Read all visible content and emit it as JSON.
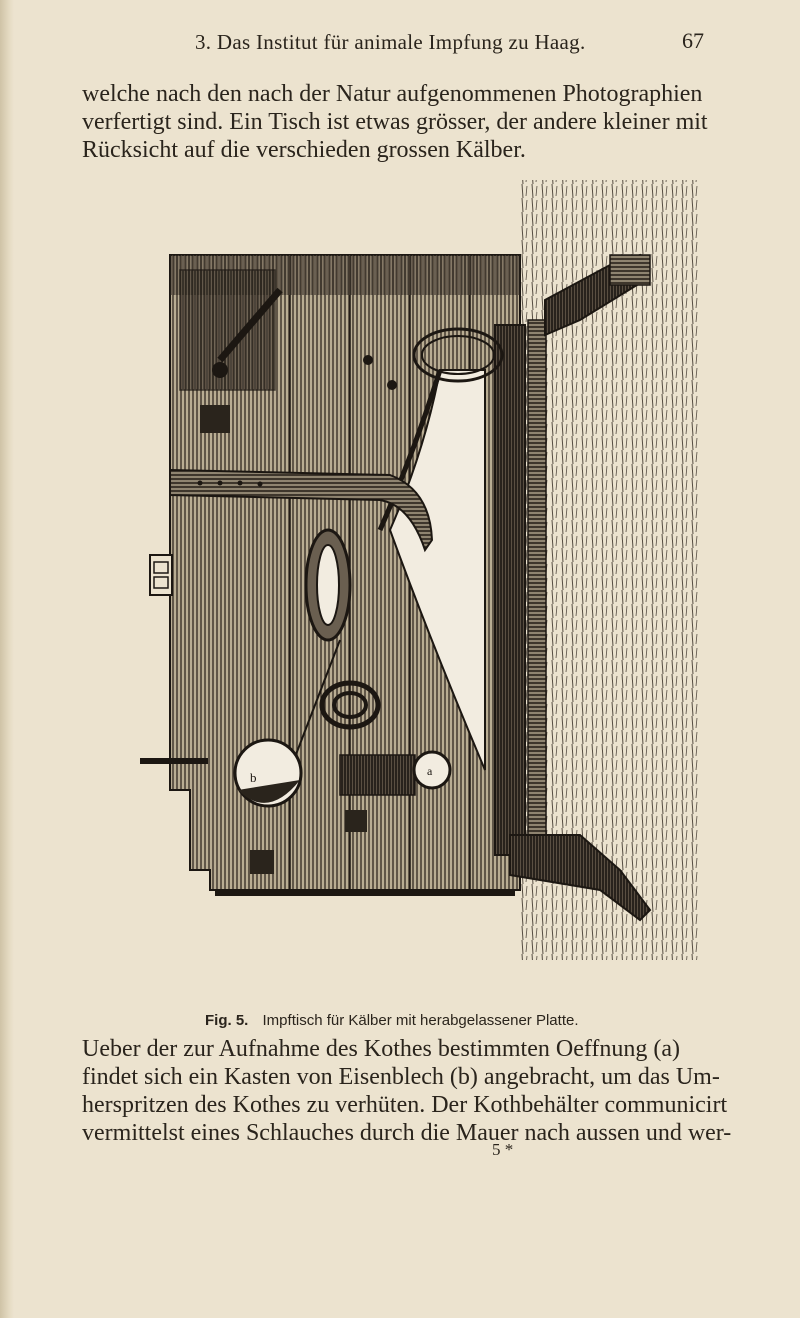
{
  "header": {
    "title": "3. Das Institut für animale Impfung zu Haag.",
    "page_number": "67"
  },
  "paragraph_1": [
    "welche nach den nach der Natur aufgenommenen Photographien",
    "verfertigt sind. Ein Tisch ist etwas grösser, der andere kleiner mit",
    "Rücksicht auf die verschieden grossen Kälber."
  ],
  "figure": {
    "label": "Fig. 5.",
    "caption": "Impftisch für Kälber mit herabgelassener Platte.",
    "callout_b": "b",
    "callout_a": "a"
  },
  "paragraph_2": [
    "Ueber der zur Aufnahme des Kothes bestimmten Oeffnung (a)",
    "findet sich ein Kasten von Eisenblech (b) angebracht, um das Um-",
    "herspritzen des Kothes zu verhüten. Der Kothbehälter communicirt",
    "vermittelst eines Schlauches durch die Mauer nach aussen und wer-"
  ],
  "signature_mark": "5 *"
}
